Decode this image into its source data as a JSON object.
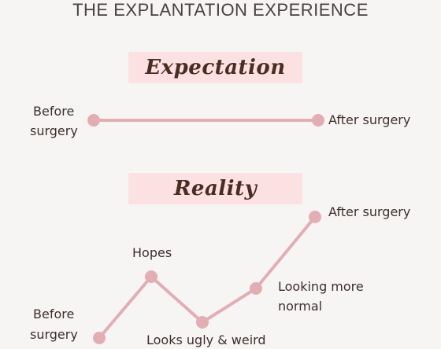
{
  "title": "THE EXPLANTATION EXPERIENCE",
  "expectation": {
    "heading": "Expectation",
    "start_label_line1": "Before",
    "start_label_line2": "surgery",
    "end_label": "After surgery"
  },
  "reality": {
    "heading": "Reality",
    "start_label_line1": "Before",
    "start_label_line2": "surgery",
    "hopes_label": "Hopes",
    "low_label": "Looks ugly & weird",
    "normal_label_line1": "Looking more",
    "normal_label_line2": "normal",
    "end_label": "After surgery"
  },
  "colors": {
    "line": "#e2aeb3",
    "dot": "#e2aeb3",
    "banner": "#fbe1e2"
  }
}
